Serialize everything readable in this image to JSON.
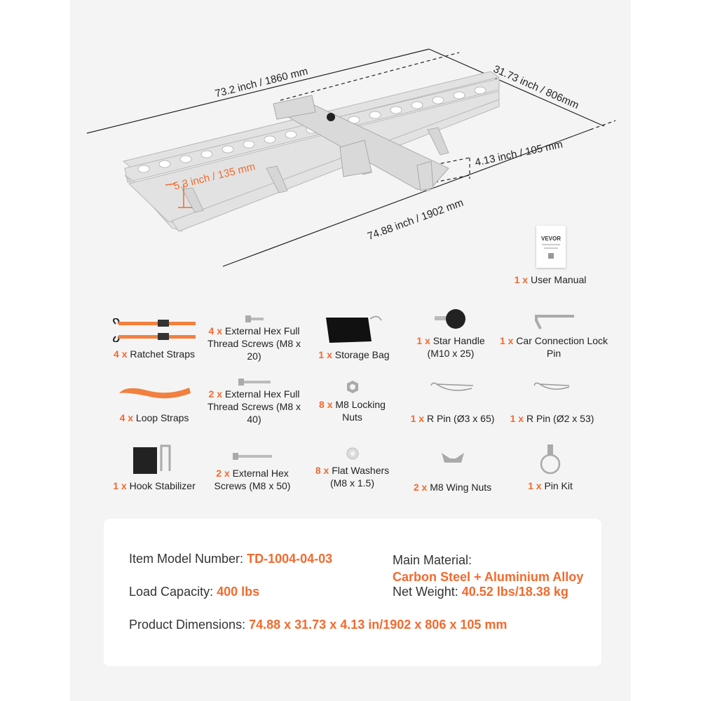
{
  "dimensions": {
    "top_length": "73.2 inch / 1860 mm",
    "width": "31.73 inch  / 806mm",
    "height": "4.13 inch / 105 mm",
    "side_height": "5.3 inch / 135 mm",
    "bottom_length": "74.88  inch / 1902 mm"
  },
  "manual": {
    "brand": "VEVOR",
    "qty": "1 x",
    "label": "User Manual"
  },
  "parts": [
    {
      "qty": "4 x",
      "label": "Ratchet Straps",
      "icon": "ratchet-strap-icon"
    },
    {
      "qty": "4 x",
      "label": "External Hex Full Thread Screws (M8 x 20)",
      "icon": "hex-screw-icon"
    },
    {
      "qty": "1 x",
      "label": "Storage Bag",
      "icon": "storage-bag-icon"
    },
    {
      "qty": "1 x",
      "label": "Star Handle (M10 x 25)",
      "icon": "star-handle-icon"
    },
    {
      "qty": "1 x",
      "label": "Car Connection Lock Pin",
      "icon": "lock-pin-icon"
    },
    {
      "qty": "4 x",
      "label": "Loop Straps",
      "icon": "loop-strap-icon"
    },
    {
      "qty": "2 x",
      "label": "External Hex Full Thread Screws (M8 x 40)",
      "icon": "hex-screw-icon"
    },
    {
      "qty": "8 x",
      "label": "M8 Locking Nuts",
      "icon": "locking-nut-icon"
    },
    {
      "qty": "1 x",
      "label": "R Pin (Ø3 x 65)",
      "icon": "r-pin-icon"
    },
    {
      "qty": "1 x",
      "label": "R Pin (Ø2 x 53)",
      "icon": "r-pin-icon"
    },
    {
      "qty": "1 x",
      "label": "Hook Stabilizer",
      "icon": "hook-stabilizer-icon"
    },
    {
      "qty": "2 x",
      "label": "External Hex Screws (M8 x 50)",
      "icon": "hex-screw-icon"
    },
    {
      "qty": "8 x",
      "label": "Flat Washers (M8 x 1.5)",
      "icon": "flat-washer-icon"
    },
    {
      "qty": "2 x",
      "label": "M8 Wing Nuts",
      "icon": "wing-nut-icon"
    },
    {
      "qty": "1 x",
      "label": "Pin Kit",
      "icon": "pin-kit-icon"
    }
  ],
  "specs": {
    "model_label": "Item Model Number:",
    "model_value": "TD-1004-04-03",
    "capacity_label": "Load Capacity:",
    "capacity_value": "400 lbs",
    "material_label": "Main Material:",
    "material_value": "Carbon Steel + Aluminium Alloy",
    "weight_label": "Net Weight:",
    "weight_value": "40.52 lbs/18.38 kg",
    "dims_label": "Product Dimensions:",
    "dims_value": "74.88 x 31.73 x 4.13 in/1902 x 806 x 105 mm"
  },
  "colors": {
    "accent": "#f26a2e",
    "metal": "#dcdcdc",
    "panel": "#f4f4f4"
  }
}
